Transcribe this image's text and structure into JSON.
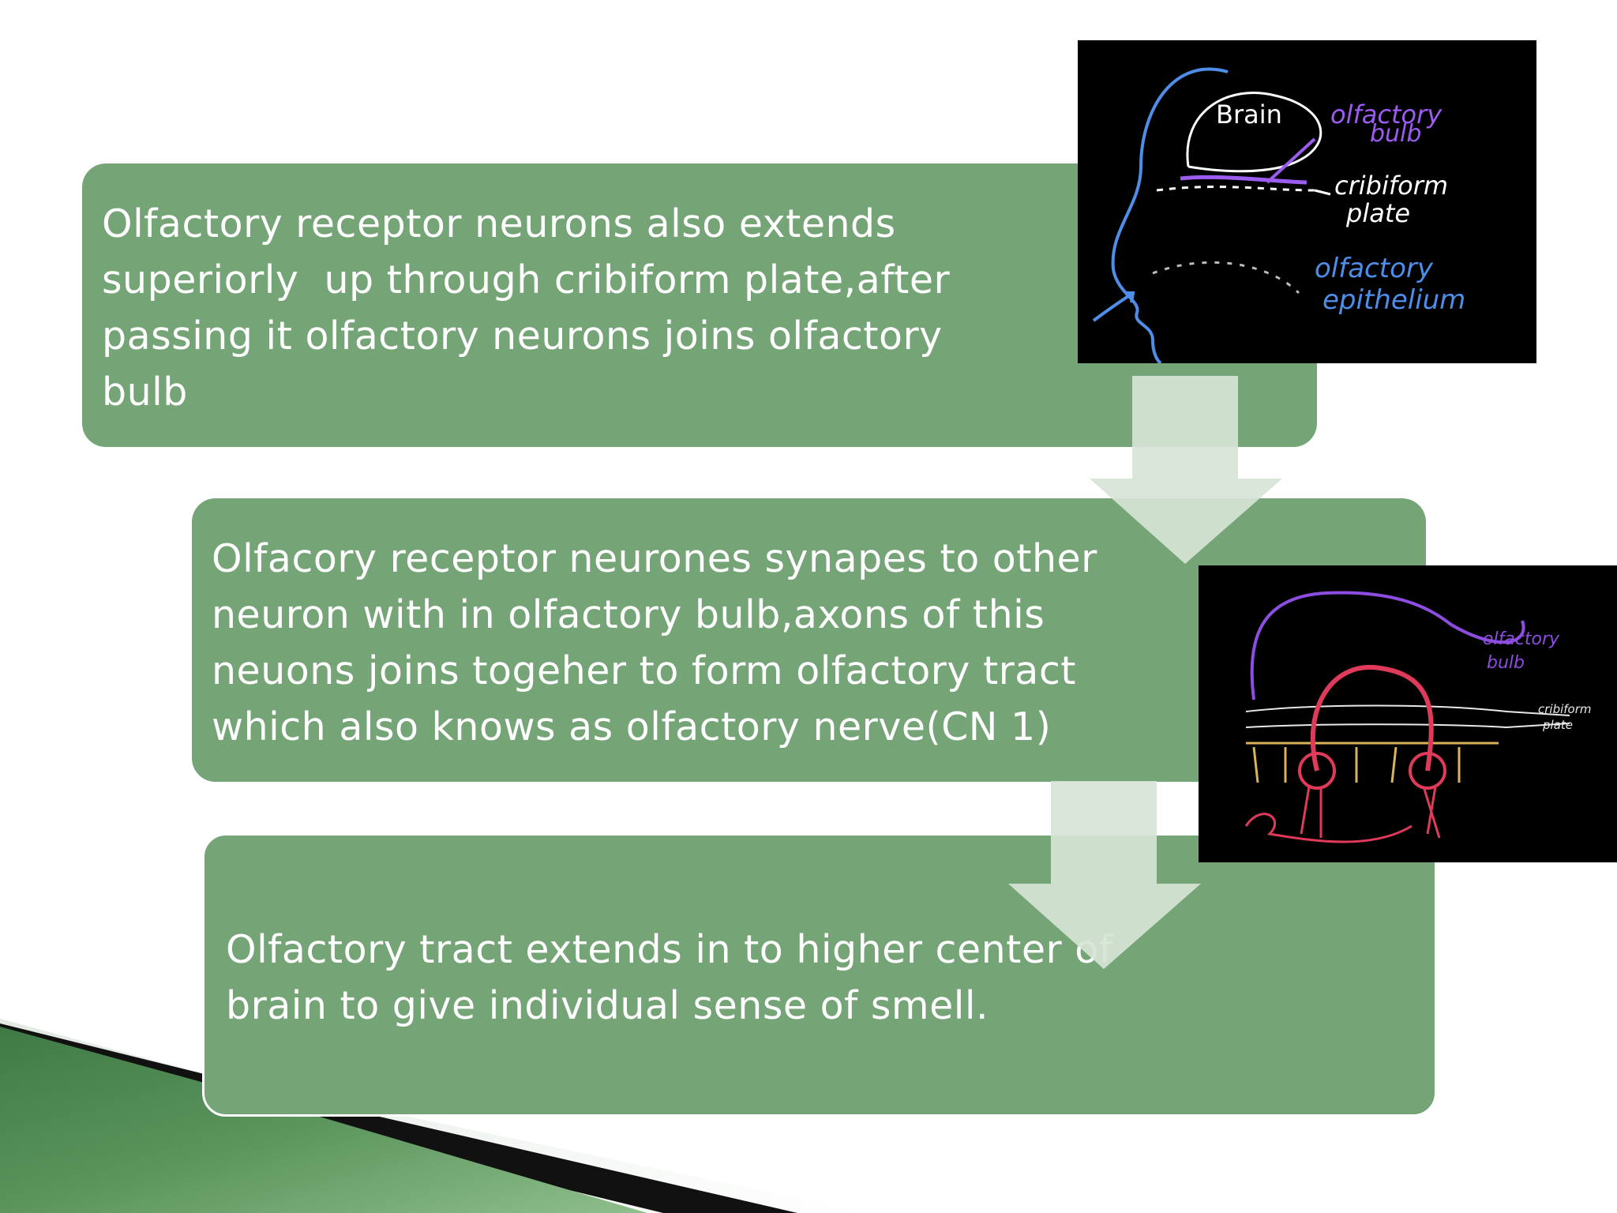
{
  "colors": {
    "box_fill": "#75a477",
    "box_text": "#ffffff",
    "arrow_fill": "#d7e4d6",
    "accent_green": "#2e6b3a",
    "background": "#ffffff"
  },
  "steps": [
    {
      "text": "Olfactory receptor neurons also extends\nsuperiorly  up through cribiform plate,after\npassing it olfactory neurons joins olfactory\nbulb"
    },
    {
      "text": "Olfacory receptor neurones synapes to other\nneuron with in olfactory bulb,axons of this\nneuons joins togeher to form olfactory tract\nwhich also knows as olfactory nerve(CN 1)"
    },
    {
      "text": "Olfactory tract extends in to higher center of\nbrain to give individual sense of smell."
    }
  ],
  "diagram1": {
    "labels": {
      "brain": "Brain",
      "olfactory_bulb_1": "olfactory",
      "olfactory_bulb_2": "bulb",
      "cribiform_1": "cribiform",
      "cribiform_2": "plate",
      "epithelium_1": "olfactory",
      "epithelium_2": "epithelium"
    }
  },
  "diagram2": {
    "labels": {
      "olfactory_bulb_1": "olfactory",
      "olfactory_bulb_2": "bulb",
      "cribiform_1": "cribiform",
      "cribiform_2": "plate"
    }
  }
}
